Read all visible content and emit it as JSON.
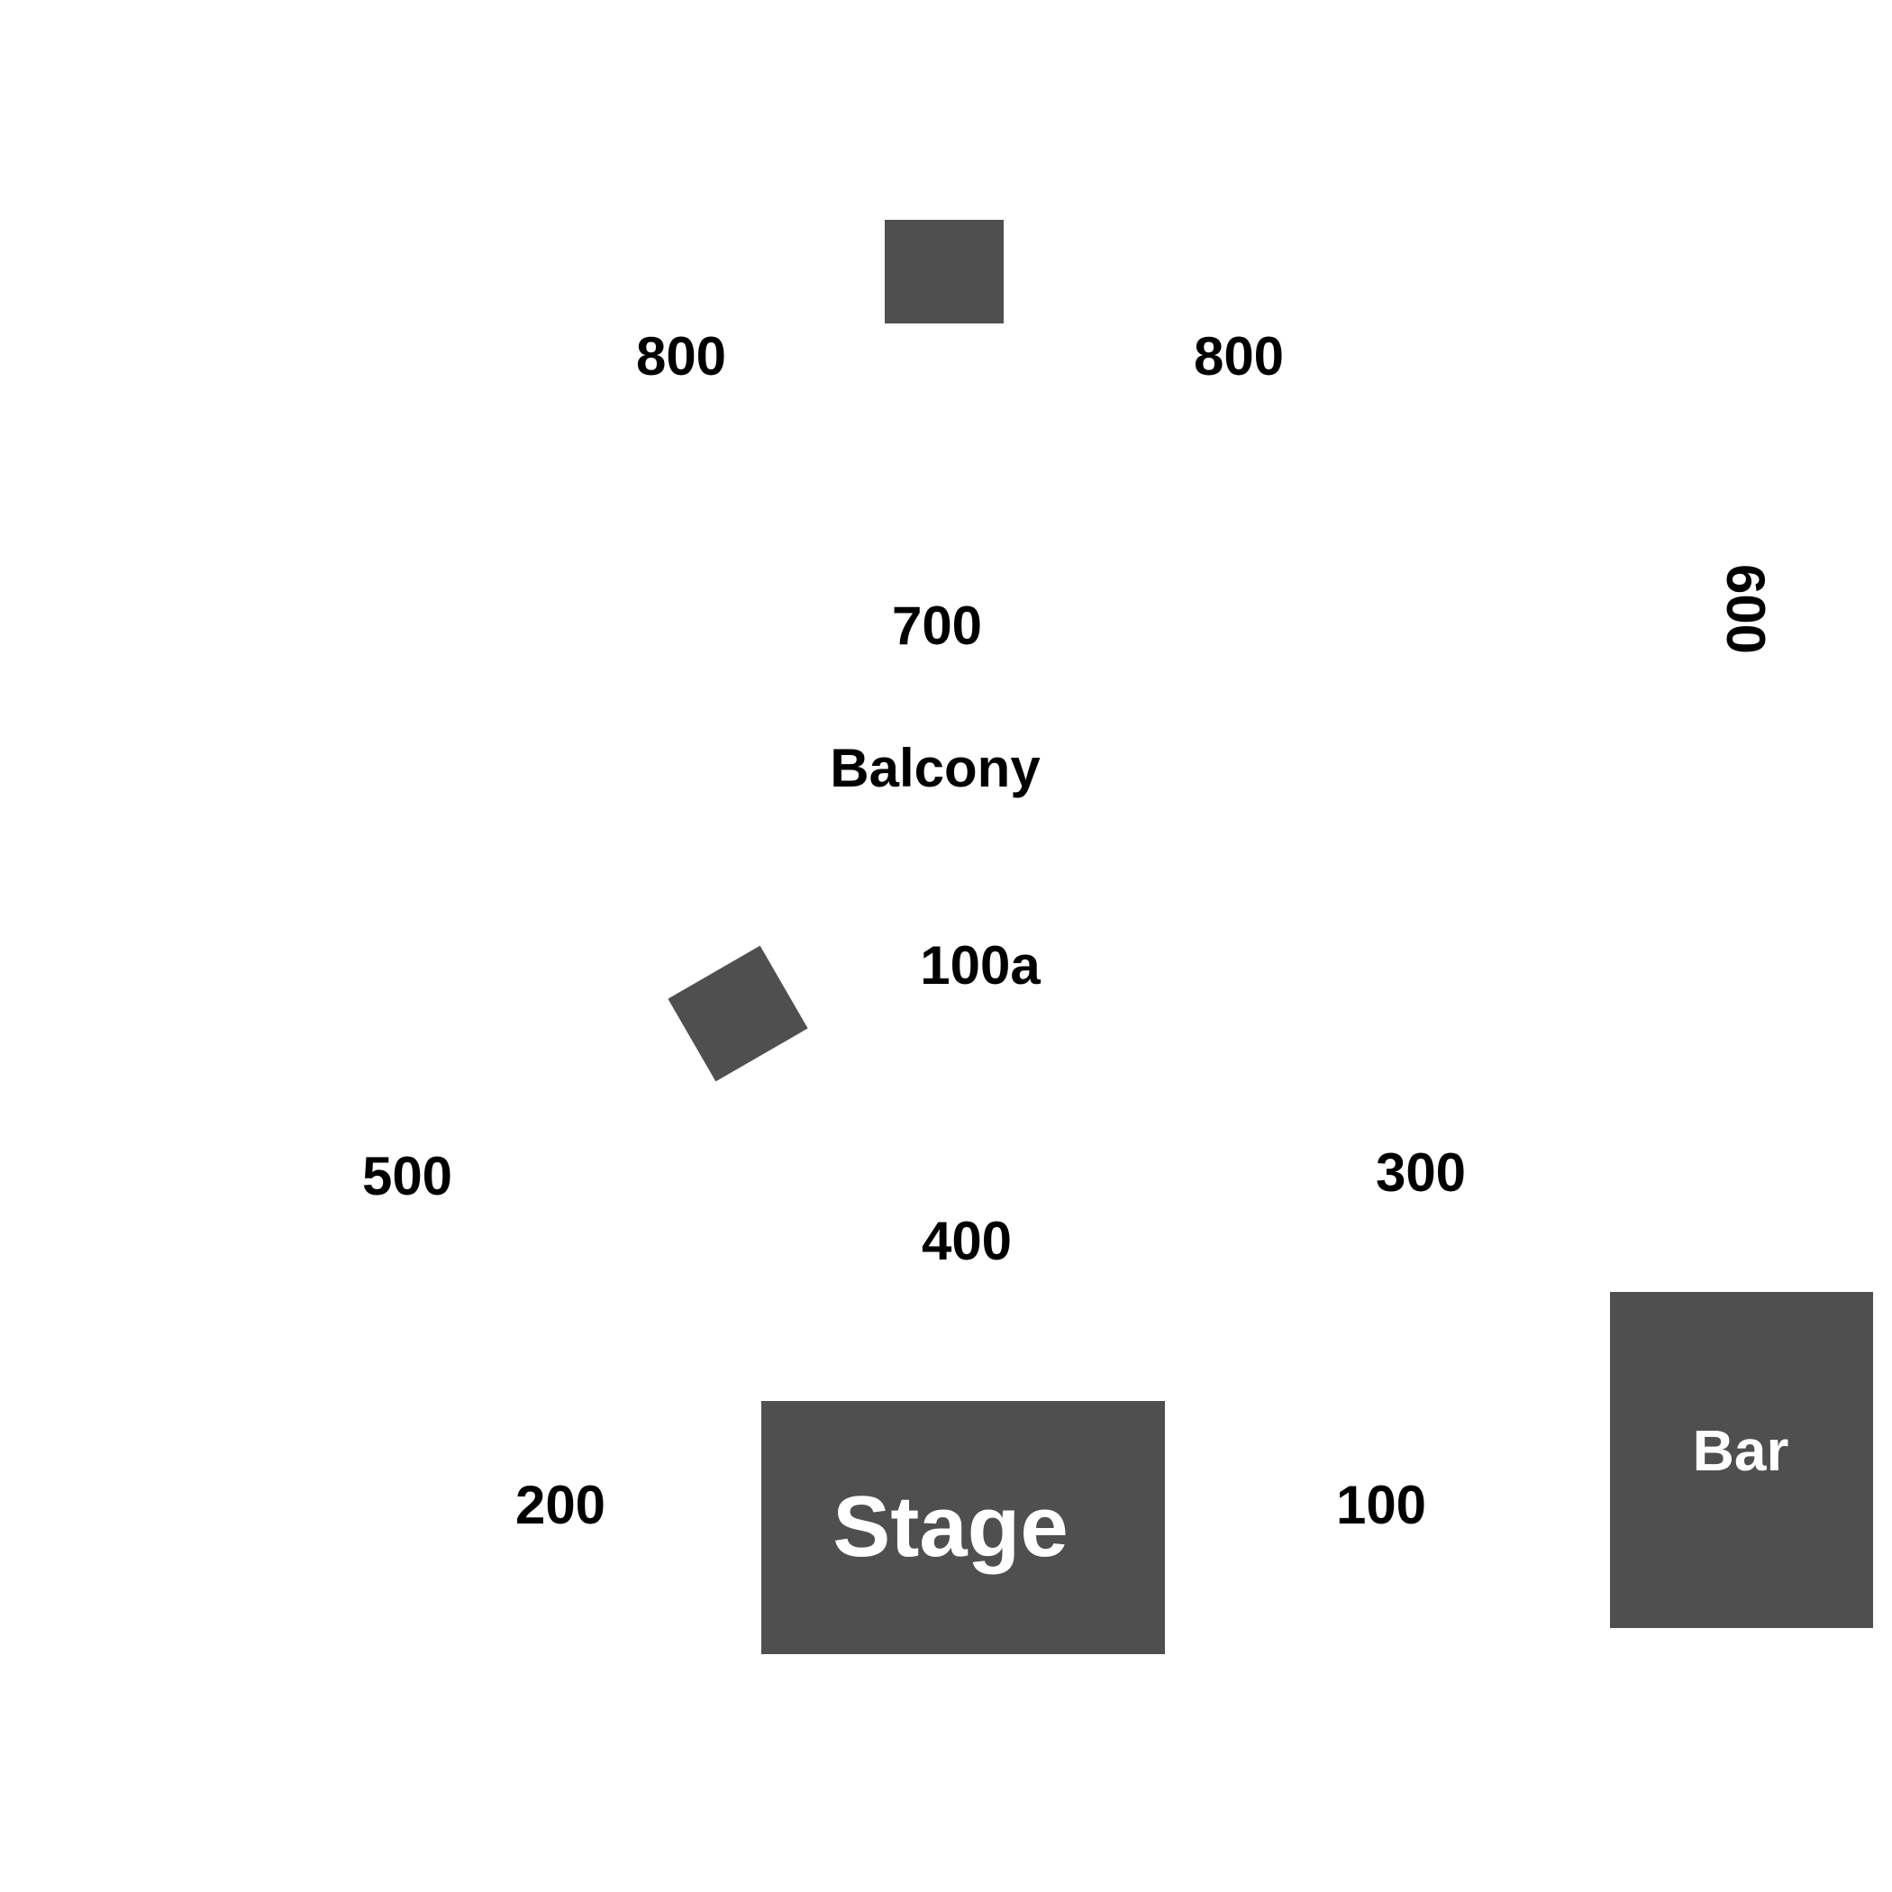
{
  "map": {
    "sections": {
      "s800_left": "800",
      "s800_right": "800",
      "s700": "700",
      "s600": "600",
      "balcony": "Balcony",
      "s100a": "100a",
      "s500": "500",
      "s300": "300",
      "s400": "400",
      "s200": "200",
      "s100": "100"
    },
    "areas": {
      "stage": "Stage",
      "bar": "Bar"
    },
    "colors": {
      "block": "#4f4f4f",
      "label_dark": "#000000",
      "label_light": "#ffffff",
      "background": "#ffffff"
    }
  }
}
